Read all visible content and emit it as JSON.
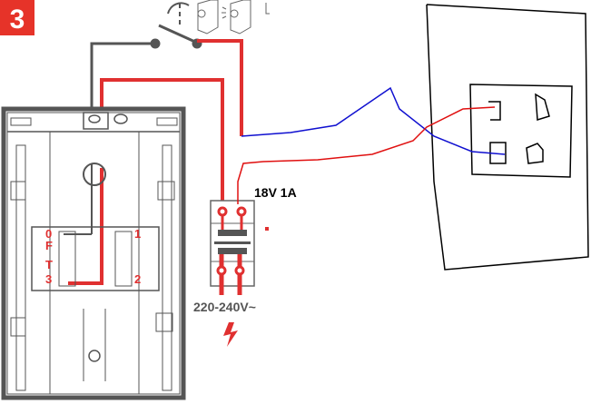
{
  "step_number": "3",
  "transformer": {
    "output_label": "18V 1A",
    "input_label": "220-240V~"
  },
  "chime_terminals": {
    "left_top": "0",
    "left_mid": "F",
    "left_t": "T",
    "left_bottom": "3",
    "right_top": "1",
    "right_bottom": "2"
  },
  "colors": {
    "badge": "#e63329",
    "wire_red": "#e03030",
    "wire_grey": "#555555",
    "pen_blue": "#1010d0",
    "pen_red": "#e01010",
    "outline": "#555555"
  }
}
